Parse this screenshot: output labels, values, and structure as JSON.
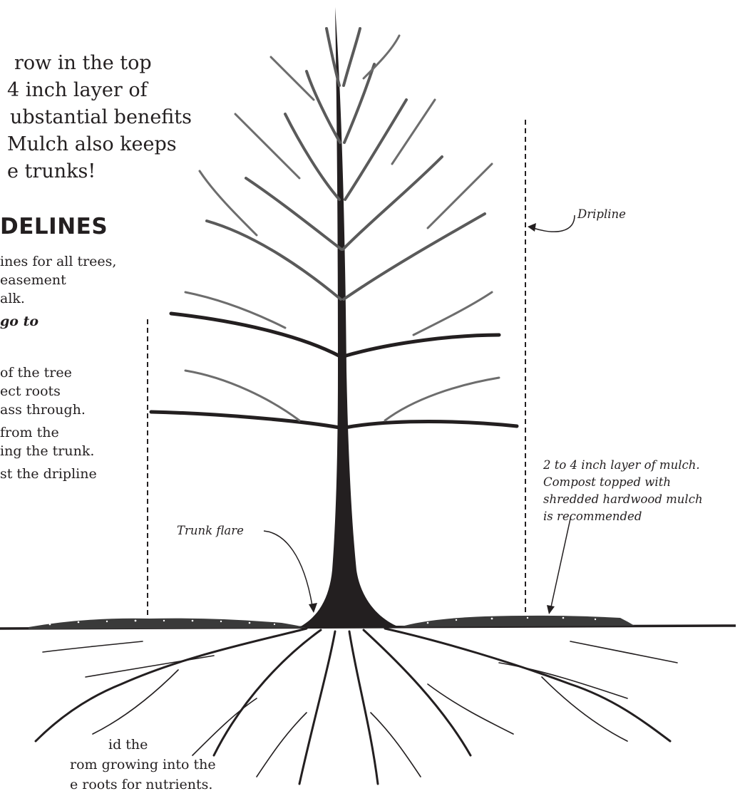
{
  "intro": {
    "lines": [
      "row in the top",
      "4 inch layer of",
      "ubstantial benefits",
      "Mulch also keeps",
      "e trunks!"
    ]
  },
  "section": {
    "heading": "DELINES",
    "lines": [
      "ines for all trees,",
      "easement",
      "alk.",
      "go to",
      "of the tree",
      "ect roots",
      "ass through.",
      "from the",
      "ing the trunk.",
      "st the dripline"
    ]
  },
  "footer": {
    "lines": [
      "id the",
      "rom growing into the",
      "e roots for nutrients."
    ]
  },
  "labels": {
    "dripline": "Dripline",
    "trunk_flare": "Trunk flare",
    "mulch": [
      "2 to 4 inch layer of mulch.",
      "Compost topped with",
      "shredded hardwood mulch",
      "is recommended"
    ]
  },
  "colors": {
    "ink": "#231f20",
    "branch_gray": "#6d6d6d",
    "mulch": "#3a3a3a"
  },
  "icons": {
    "tree": "bare-tree-illustration",
    "roots": "root-system-illustration"
  }
}
